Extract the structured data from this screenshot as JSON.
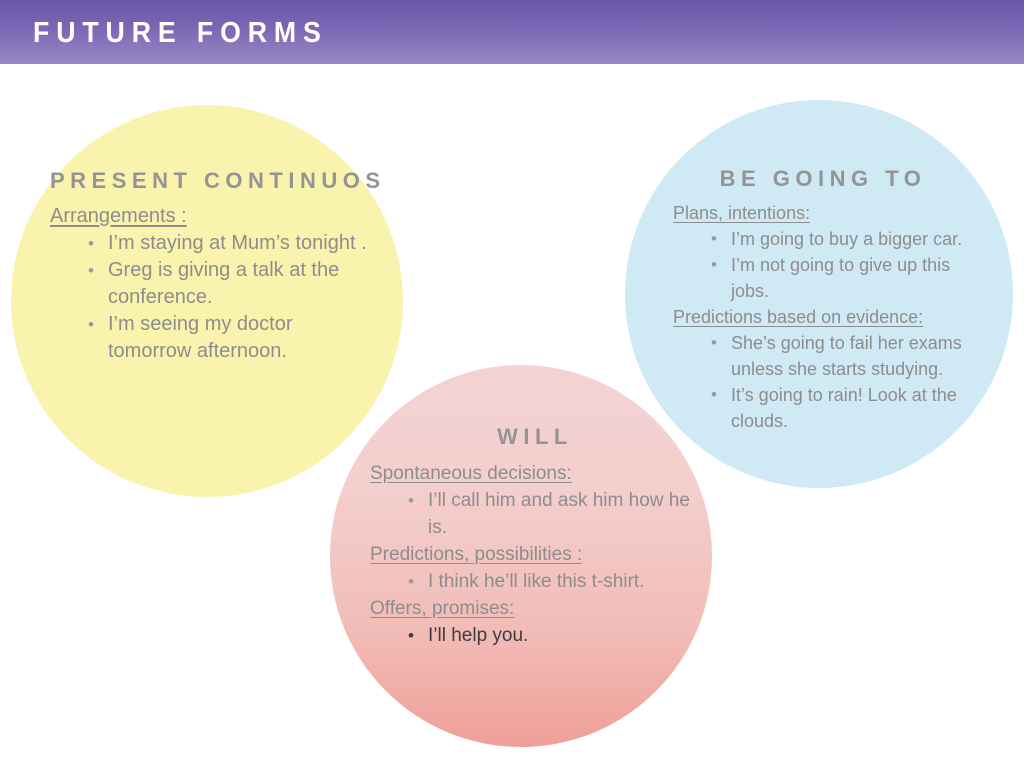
{
  "header": {
    "title": "FUTURE FORMS",
    "bg_gradient_from": "#6a57ab",
    "bg_gradient_to": "#978ac4",
    "text_color": "#ffffff"
  },
  "circles": {
    "present_continuous": {
      "title": "PRESENT CONTINUOS",
      "color": "#faf3ae",
      "sections": [
        {
          "lead": "Arrangements :",
          "bullets": [
            "I’m staying at Mum’s tonight .",
            "Greg is giving a talk at the conference.",
            "I’m seeing my doctor tomorrow afternoon."
          ]
        }
      ]
    },
    "be_going_to": {
      "title": "BE GOING TO",
      "color": "#cfe9f5",
      "sections": [
        {
          "lead": "Plans, intentions:",
          "bullets": [
            "I’m going to buy a bigger car.",
            "I’m not going to give up this jobs."
          ]
        },
        {
          "lead": "Predictions based on evidence:",
          "bullets": [
            "She’s going to fail her exams unless she starts studying.",
            "It’s going to rain! Look at the clouds."
          ]
        }
      ]
    },
    "will": {
      "title": "WILL",
      "color_top": "#f3d3d3",
      "color_bottom": "#ef9f98",
      "sections": [
        {
          "lead": "Spontaneous decisions: ",
          "bullets": [
            "I’ll call him and ask him how he is."
          ]
        },
        {
          "lead": "Predictions, possibilities :",
          "bullets": [
            "I think he’ll like this t-shirt."
          ]
        },
        {
          "lead": "Offers, promises:",
          "bullets": [
            "I’ll help you."
          ]
        }
      ]
    }
  },
  "text_colors": {
    "body": "#8d8d8d",
    "title": "#949494",
    "emphasis": "#3c3c42"
  }
}
